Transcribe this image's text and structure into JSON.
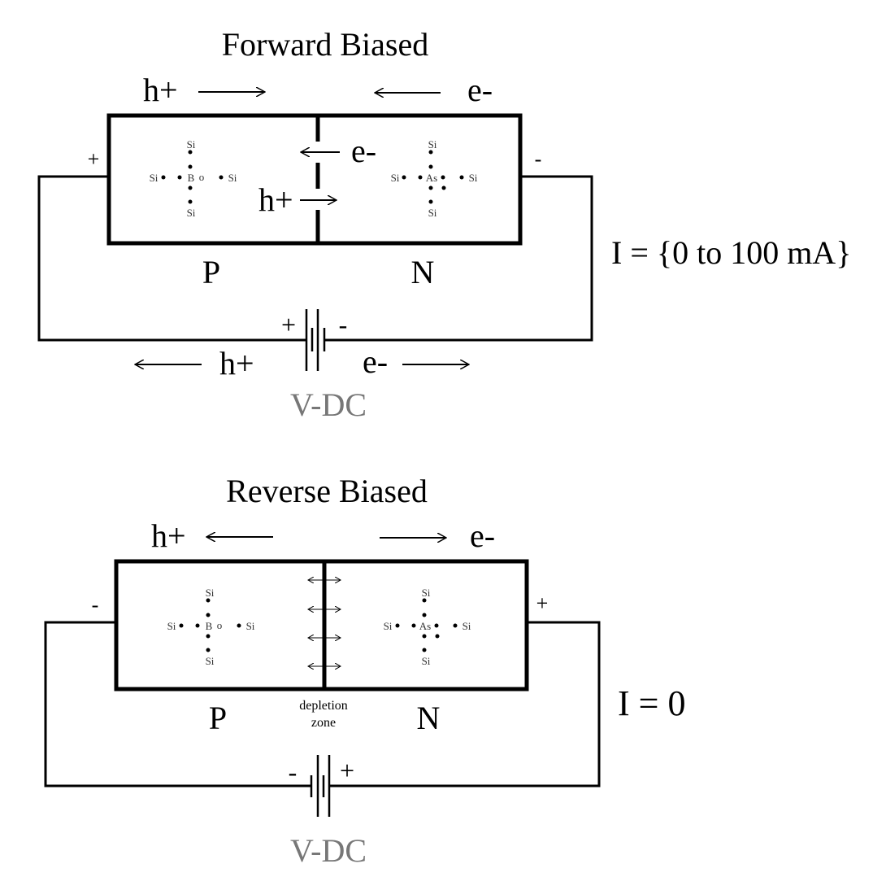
{
  "forward": {
    "title": "Forward Biased",
    "top_h": "h+",
    "top_e": "e-",
    "junction_e": "e-",
    "junction_h": "h+",
    "p_label": "P",
    "n_label": "N",
    "left_terminal": "+",
    "right_terminal": "-",
    "battery_left": "+",
    "battery_right": "-",
    "bottom_h": "h+",
    "bottom_e": "e-",
    "source": "V-DC",
    "current": "I = {0 to 100 mA}",
    "p_atoms": {
      "center": "B",
      "hole": "o",
      "neighbor": "Si"
    },
    "n_atoms": {
      "center": "As",
      "neighbor": "Si"
    }
  },
  "reverse": {
    "title": "Reverse Biased",
    "top_h": "h+",
    "top_e": "e-",
    "p_label": "P",
    "n_label": "N",
    "depletion_line1": "depletion",
    "depletion_line2": "zone",
    "left_terminal": "-",
    "right_terminal": "+",
    "battery_left": "-",
    "battery_right": "+",
    "source": "V-DC",
    "current": "I = 0",
    "p_atoms": {
      "center": "B",
      "hole": "o",
      "neighbor": "Si"
    },
    "n_atoms": {
      "center": "As",
      "neighbor": "Si"
    }
  }
}
